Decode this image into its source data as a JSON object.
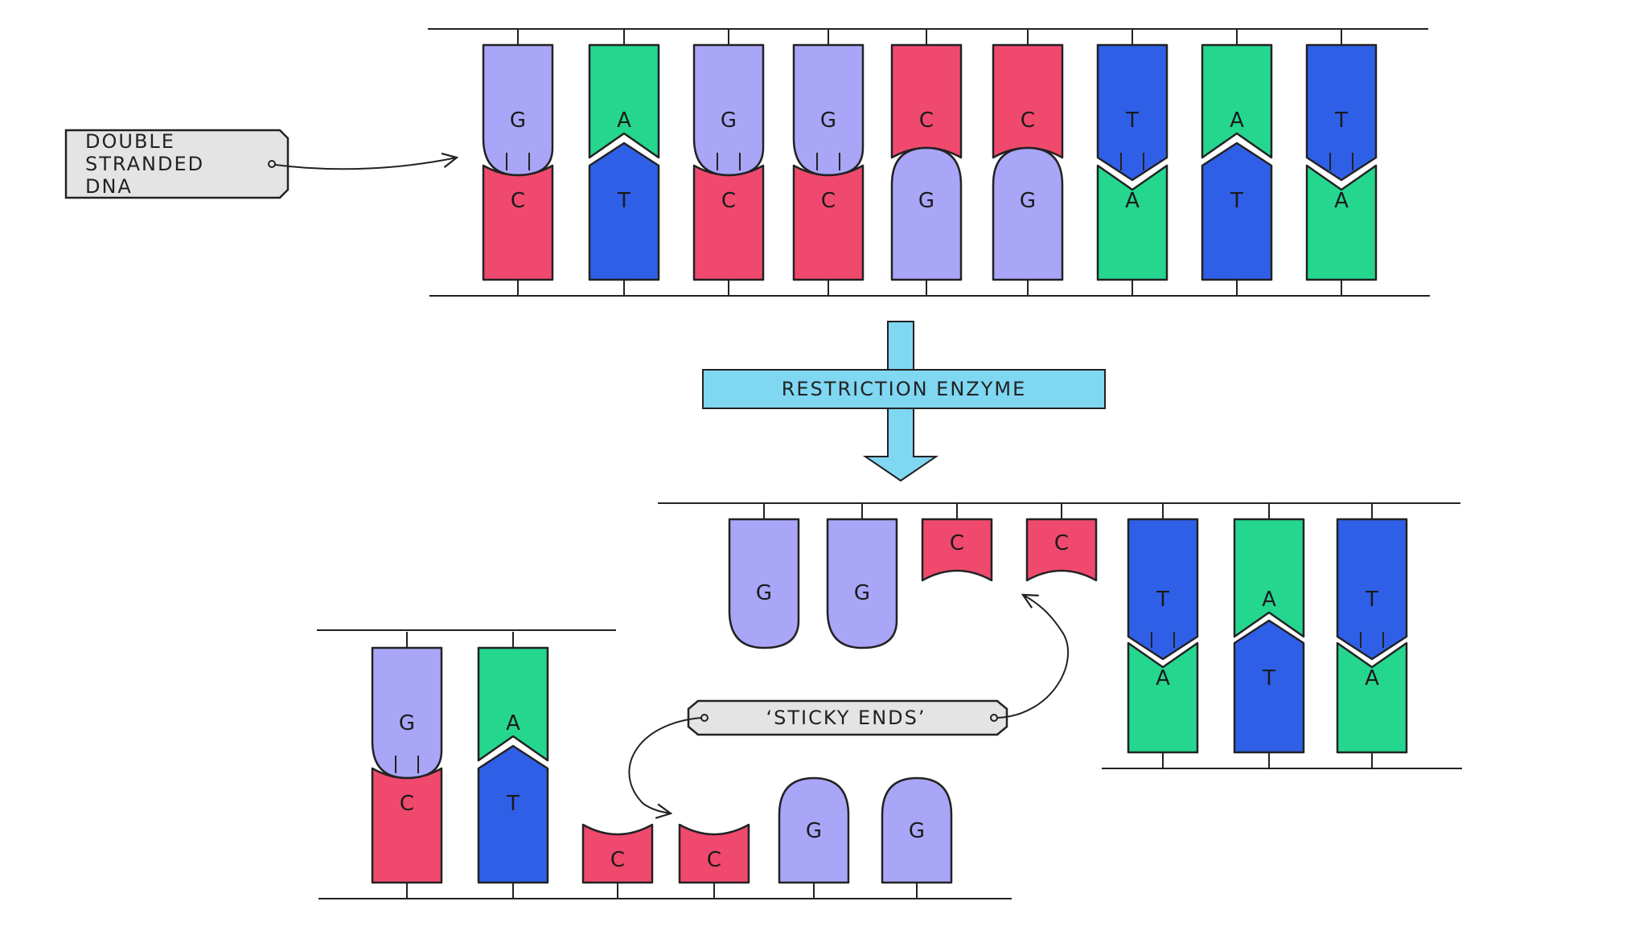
{
  "colors": {
    "G": "#a9a5f7",
    "C": "#f0496e",
    "A": "#25d68f",
    "T": "#2f5fe6",
    "line": "#222222",
    "arrow_fill": "#7fd7f2",
    "label_fill": "#e4e4e4"
  },
  "labels": {
    "double_stranded_line1": "DOUBLE",
    "double_stranded_line2": "STRANDED",
    "double_stranded_line3": "DNA",
    "enzyme": "RESTRICTION   ENZYME",
    "sticky_ends": "‘STICKY   ENDS’"
  },
  "top_sequence": {
    "top": [
      "G",
      "A",
      "G",
      "G",
      "C",
      "C",
      "T",
      "A",
      "T"
    ],
    "bottom": [
      "C",
      "T",
      "C",
      "C",
      "G",
      "G",
      "A",
      "T",
      "A"
    ]
  },
  "fragment_left": {
    "top": [
      "G",
      "A"
    ],
    "bottom": [
      "C",
      "T",
      "C",
      "C"
    ]
  },
  "fragment_right": {
    "top": [
      "G",
      "G",
      "C",
      "C",
      "T",
      "A",
      "T"
    ],
    "bottom": [
      "A",
      "T",
      "A"
    ]
  },
  "loose_bases_left": [
    "G",
    "G"
  ]
}
